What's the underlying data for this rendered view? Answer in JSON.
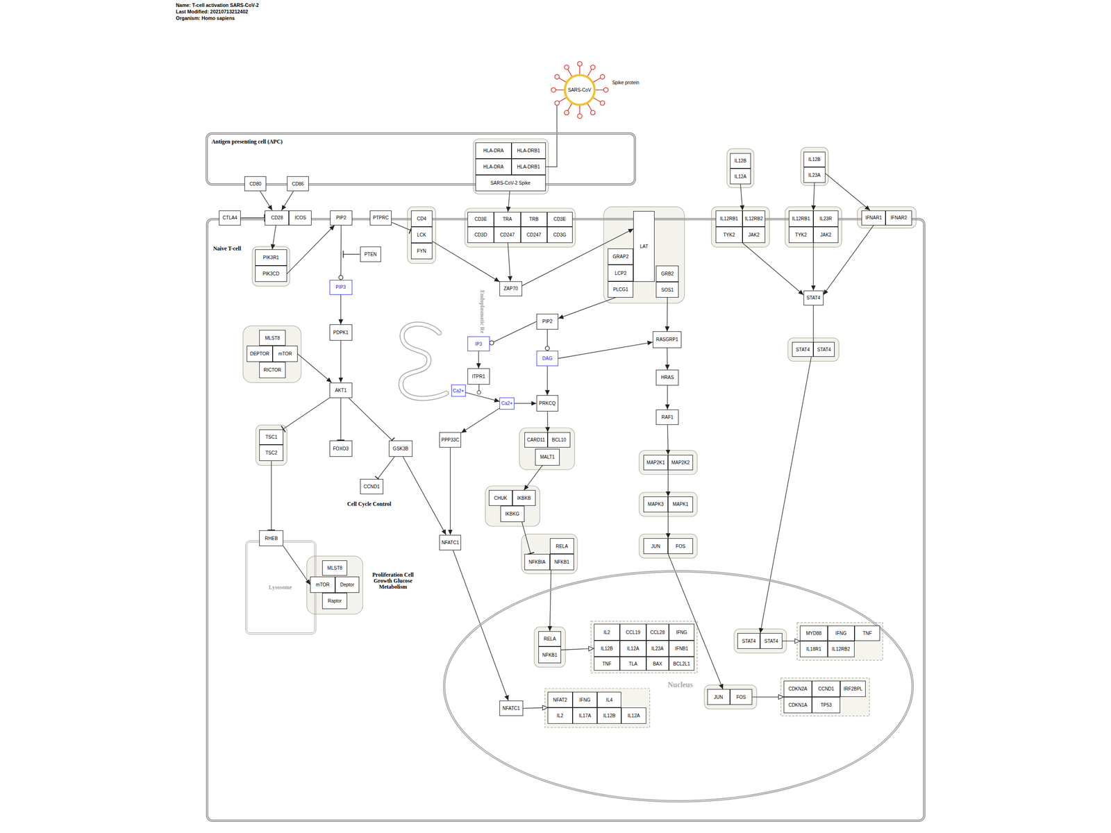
{
  "diagram": {
    "nodes": [
      {
        "text": [
          "Antigen presenting cell (APC)"
        ]
      },
      {
        "text": [
          "Naive T-cell"
        ]
      },
      {
        "text": [
          "Nucleus"
        ],
        "in": 1
      },
      {
        "text": [
          "Lysosome"
        ],
        "in": 1
      },
      {
        "text": [
          "SARS-CoV",
          "Spike protein"
        ]
      },
      {
        "text": [
          "HLA-DRA"
        ],
        "in": 0
      },
      {
        "text": [
          "HLA-DRB1"
        ],
        "in": 0
      },
      {
        "text": [
          "HLA-DRA"
        ],
        "in": 0
      },
      {
        "text": [
          "HLA-DRB1"
        ],
        "in": 0
      },
      {
        "text": [
          "SARS-CoV-2 Spike"
        ],
        "in": 0
      },
      {
        "text": [
          "CD80"
        ],
        "in": 0
      },
      {
        "text": [
          "CD86"
        ],
        "in": 0
      },
      {
        "text": [
          "CTLA4"
        ],
        "in": 1
      },
      {
        "text": [
          "CD28"
        ],
        "in": 1
      },
      {
        "text": [
          "ICOS"
        ],
        "in": 1
      },
      {
        "text": [
          "PIP2"
        ],
        "in": 1
      },
      {
        "text": [
          "PTPRC"
        ],
        "in": 1
      },
      {
        "text": [
          "CD4"
        ],
        "in": 1
      },
      {
        "text": [
          "LCK"
        ],
        "in": 1
      },
      {
        "text": [
          "FYN"
        ],
        "in": 1
      },
      {
        "text": [
          "CD3E"
        ],
        "in": 1
      },
      {
        "text": [
          "TRA"
        ],
        "in": 1
      },
      {
        "text": [
          "TRB"
        ],
        "in": 1
      },
      {
        "text": [
          "CD3E"
        ],
        "in": 1
      },
      {
        "text": [
          "CD3D"
        ],
        "in": 1
      },
      {
        "text": [
          "CD247"
        ],
        "in": 1
      },
      {
        "text": [
          "CD247"
        ],
        "in": 1
      },
      {
        "text": [
          "CD3G"
        ],
        "in": 1
      },
      {
        "text": [
          "IL12RB1"
        ],
        "in": 1
      },
      {
        "text": [
          "IL12RB2"
        ],
        "in": 1
      },
      {
        "text": [
          "TYK2"
        ],
        "in": 1
      },
      {
        "text": [
          "JAK2"
        ],
        "in": 1
      },
      {
        "text": [
          "IL12RB1"
        ],
        "in": 1
      },
      {
        "text": [
          "IL23R"
        ],
        "in": 1
      },
      {
        "text": [
          "TYK2"
        ],
        "in": 1
      },
      {
        "text": [
          "JAK2"
        ],
        "in": 1
      },
      {
        "text": [
          "IFNAR1"
        ],
        "in": 1
      },
      {
        "text": [
          "IFNAR2"
        ],
        "in": 1
      },
      {
        "text": [
          "IL12B"
        ]
      },
      {
        "text": [
          "IL12A"
        ]
      },
      {
        "text": [
          "IL12B"
        ]
      },
      {
        "text": [
          "IL23A"
        ]
      },
      {
        "text": [
          "PIK3R1"
        ],
        "in": 1
      },
      {
        "text": [
          "PIK3CD"
        ],
        "in": 1
      },
      {
        "text": [
          "PTEN"
        ],
        "in": 1
      },
      {
        "text": [
          "PIP3"
        ],
        "in": 1
      },
      {
        "text": [
          "PDPK1"
        ],
        "in": 1
      },
      {
        "text": [
          "MLST8"
        ],
        "in": 1
      },
      {
        "text": [
          "DEPTOR"
        ],
        "in": 1
      },
      {
        "text": [
          "mTOR"
        ],
        "in": 1
      },
      {
        "text": [
          "RICTOR"
        ],
        "in": 1
      },
      {
        "text": [
          "AKT1"
        ],
        "in": 1
      },
      {
        "text": [
          "TSC1"
        ],
        "in": 1
      },
      {
        "text": [
          "TSC2"
        ],
        "in": 1
      },
      {
        "text": [
          "FOXO3"
        ],
        "in": 1
      },
      {
        "text": [
          "GSK3B"
        ],
        "in": 1
      },
      {
        "text": [
          "CCND1"
        ],
        "in": 1
      },
      {
        "text": [
          "RHEB"
        ],
        "in": 1
      },
      {
        "text": [
          "MLST8"
        ],
        "in": 1
      },
      {
        "text": [
          "mTOR"
        ],
        "in": 1
      },
      {
        "text": [
          "Deptor"
        ],
        "in": 1
      },
      {
        "text": [
          "Raptor"
        ],
        "in": 1
      },
      {
        "text": [
          "ZAP70"
        ],
        "in": 1
      },
      {
        "text": [
          "LAT"
        ],
        "in": 1
      },
      {
        "text": [
          "GRAP2"
        ],
        "in": 1
      },
      {
        "text": [
          "LCP2"
        ],
        "in": 1
      },
      {
        "text": [
          "PLCG1"
        ],
        "in": 1
      },
      {
        "text": [
          "GRB2"
        ],
        "in": 1
      },
      {
        "text": [
          "SOS1"
        ],
        "in": 1
      },
      {
        "text": [
          "PIP2"
        ],
        "in": 1
      },
      {
        "text": [
          "IP3"
        ],
        "in": 1
      },
      {
        "text": [
          "DAG"
        ],
        "in": 1
      },
      {
        "text": [
          "ITPR1"
        ],
        "in": 1
      },
      {
        "text": [
          "Ca2+"
        ],
        "in": 1
      },
      {
        "text": [
          "Ca2+"
        ],
        "in": 1
      },
      {
        "text": [
          "PRKCQ"
        ],
        "in": 1
      },
      {
        "text": [
          "PPP33C"
        ],
        "in": 1
      },
      {
        "text": [
          "CARD11"
        ],
        "in": 1
      },
      {
        "text": [
          "BCL10"
        ],
        "in": 1
      },
      {
        "text": [
          "MALT1"
        ],
        "in": 1
      },
      {
        "text": [
          "CHUK"
        ],
        "in": 1
      },
      {
        "text": [
          "IKBKB"
        ],
        "in": 1
      },
      {
        "text": [
          "IKBKG"
        ],
        "in": 1
      },
      {
        "text": [
          "RELA"
        ],
        "in": 1
      },
      {
        "text": [
          "NFKBIA"
        ],
        "in": 1
      },
      {
        "text": [
          "NFKB1"
        ],
        "in": 1
      },
      {
        "text": [
          "NFATC1"
        ],
        "in": 1
      },
      {
        "text": [
          "RASGRP1"
        ],
        "in": 1
      },
      {
        "text": [
          "HRAS"
        ],
        "in": 1
      },
      {
        "text": [
          "RAF1"
        ],
        "in": 1
      },
      {
        "text": [
          "MAP2K1"
        ],
        "in": 1
      },
      {
        "text": [
          "MAP2K2"
        ],
        "in": 1
      },
      {
        "text": [
          "MAPK3"
        ],
        "in": 1
      },
      {
        "text": [
          "MAPK1"
        ],
        "in": 1
      },
      {
        "text": [
          "JUN"
        ],
        "in": 1
      },
      {
        "text": [
          "FOS"
        ],
        "in": 1
      },
      {
        "text": [
          "STAT4"
        ],
        "in": 1
      },
      {
        "text": [
          "STAT4"
        ],
        "in": 1
      },
      {
        "text": [
          "STAT4"
        ],
        "in": 1
      },
      {
        "text": [
          "RELA"
        ],
        "in": 2
      },
      {
        "text": [
          "NFKB1"
        ],
        "in": 2
      },
      {
        "text": [
          "IL2"
        ],
        "in": 2
      },
      {
        "text": [
          "CCL19"
        ],
        "in": 2
      },
      {
        "text": [
          "CCL28"
        ],
        "in": 2
      },
      {
        "text": [
          "IFNG"
        ],
        "in": 2
      },
      {
        "text": [
          "IL12B"
        ],
        "in": 2
      },
      {
        "text": [
          "IL12A"
        ],
        "in": 2
      },
      {
        "text": [
          "IL23A"
        ],
        "in": 2
      },
      {
        "text": [
          "IFNB1"
        ],
        "in": 2
      },
      {
        "text": [
          "TNF"
        ],
        "in": 2
      },
      {
        "text": [
          "TLA"
        ],
        "in": 2
      },
      {
        "text": [
          "BAX"
        ],
        "in": 2
      },
      {
        "text": [
          "BCL2L1"
        ],
        "in": 2
      },
      {
        "text": [
          "NFATC1"
        ],
        "in": 2
      },
      {
        "text": [
          "NFAT2"
        ],
        "in": 2
      },
      {
        "text": [
          "IFNG"
        ],
        "in": 2
      },
      {
        "text": [
          "IL4"
        ],
        "in": 2
      },
      {
        "text": [
          "IL2"
        ],
        "in": 2
      },
      {
        "text": [
          "IL17A"
        ],
        "in": 2
      },
      {
        "text": [
          "IL12B"
        ],
        "in": 2
      },
      {
        "text": [
          "IL12A"
        ],
        "in": 2
      },
      {
        "text": [
          "STAT4"
        ],
        "in": 2
      },
      {
        "text": [
          "STAT4"
        ],
        "in": 2
      },
      {
        "text": [
          "MYD88"
        ],
        "in": 2
      },
      {
        "text": [
          "IFNG"
        ],
        "in": 2
      },
      {
        "text": [
          "TNF"
        ],
        "in": 2
      },
      {
        "text": [
          "IL18R1"
        ],
        "in": 2
      },
      {
        "text": [
          "IL12RB2"
        ],
        "in": 2
      },
      {
        "text": [
          "JUN"
        ],
        "in": 2
      },
      {
        "text": [
          "FOS"
        ],
        "in": 2
      },
      {
        "text": [
          "CDKN2A"
        ],
        "in": 2
      },
      {
        "text": [
          "CCND1"
        ],
        "in": 2
      },
      {
        "text": [
          "IRF2BPL"
        ],
        "in": 2
      },
      {
        "text": [
          "CDKN1A"
        ],
        "in": 2
      },
      {
        "text": [
          "TP53"
        ],
        "in": 2
      }
    ],
    "edges": [
      {
        "from": 4,
        "to": 8,
        "arrow": "none"
      },
      {
        "from": 9,
        "to": 21,
        "arrow": "to"
      },
      {
        "from": 10,
        "to": 13,
        "arrow": "to"
      },
      {
        "from": 11,
        "to": 13,
        "arrow": "to"
      },
      {
        "from": 12,
        "to": 13,
        "arrow": "to"
      },
      {
        "from": 13,
        "to": 42,
        "arrow": "to"
      },
      {
        "from": 43,
        "to": 15,
        "arrow": "to"
      },
      {
        "from": 15,
        "to": 45,
        "arrow": "to"
      },
      {
        "from": 45,
        "to": 46,
        "arrow": "to"
      },
      {
        "from": 46,
        "to": 51,
        "arrow": "to"
      },
      {
        "from": 49,
        "to": 51,
        "arrow": "to"
      },
      {
        "from": 51,
        "to": 52,
        "arrow": "to"
      },
      {
        "from": 51,
        "to": 54,
        "arrow": "to"
      },
      {
        "from": 51,
        "to": 55,
        "arrow": "to"
      },
      {
        "from": 55,
        "to": 56,
        "arrow": "to"
      },
      {
        "from": 55,
        "to": 86,
        "arrow": "to"
      },
      {
        "from": 53,
        "to": 57,
        "arrow": "to"
      },
      {
        "from": 57,
        "to": 59,
        "arrow": "to"
      },
      {
        "from": 16,
        "to": 18,
        "arrow": "to"
      },
      {
        "from": 18,
        "to": 62,
        "arrow": "to"
      },
      {
        "from": 25,
        "to": 62,
        "arrow": "to"
      },
      {
        "from": 62,
        "to": 63,
        "arrow": "to"
      },
      {
        "from": 66,
        "to": 69,
        "arrow": "to"
      },
      {
        "from": 69,
        "to": 70,
        "arrow": "to"
      },
      {
        "from": 69,
        "to": 71,
        "arrow": "to"
      },
      {
        "from": 70,
        "to": 72,
        "arrow": "to"
      },
      {
        "from": 73,
        "to": 74,
        "arrow": "to"
      },
      {
        "from": 74,
        "to": 75,
        "arrow": "to"
      },
      {
        "from": 74,
        "to": 76,
        "arrow": "to"
      },
      {
        "from": 71,
        "to": 75,
        "arrow": "to"
      },
      {
        "from": 71,
        "to": 87,
        "arrow": "to"
      },
      {
        "from": 68,
        "to": 87,
        "arrow": "to"
      },
      {
        "from": 87,
        "to": 88,
        "arrow": "to"
      },
      {
        "from": 88,
        "to": 89,
        "arrow": "to"
      },
      {
        "from": 89,
        "to": 90,
        "arrow": "to"
      },
      {
        "from": 90,
        "to": 92,
        "arrow": "to"
      },
      {
        "from": 92,
        "to": 94,
        "arrow": "to"
      },
      {
        "from": 75,
        "to": 77,
        "arrow": "to"
      },
      {
        "from": 79,
        "to": 81,
        "arrow": "to"
      },
      {
        "from": 82,
        "to": 84,
        "arrow": "to"
      },
      {
        "from": 85,
        "to": 99,
        "arrow": "to"
      },
      {
        "from": 76,
        "to": 86,
        "arrow": "to"
      },
      {
        "from": 86,
        "to": 113,
        "arrow": "to"
      },
      {
        "from": 113,
        "to": 114,
        "arrow": "to"
      },
      {
        "from": 100,
        "to": 105,
        "arrow": "to"
      },
      {
        "from": 94,
        "to": 128,
        "arrow": "to"
      },
      {
        "from": 129,
        "to": 130,
        "arrow": "to"
      },
      {
        "from": 122,
        "to": 126,
        "arrow": "to"
      },
      {
        "from": 39,
        "to": 28,
        "arrow": "to"
      },
      {
        "from": 41,
        "to": 33,
        "arrow": "to"
      },
      {
        "from": 41,
        "to": 36,
        "arrow": "to"
      },
      {
        "from": 31,
        "to": 96,
        "arrow": "to"
      },
      {
        "from": 35,
        "to": 96,
        "arrow": "to"
      },
      {
        "from": 36,
        "to": 96,
        "arrow": "to"
      },
      {
        "from": 96,
        "to": 97,
        "arrow": "none"
      },
      {
        "from": 97,
        "to": 121,
        "arrow": "to"
      }
    ],
    "labels": [
      "Name: T-cell activation SARS-CoV-2",
      "Last Modified: 20210713212402",
      "Organism: Homo sapiens",
      "Endoplasmatic Re",
      "Cell Cycle Control",
      "Proliferation Cell Growth Glucose Metabolism"
    ]
  }
}
